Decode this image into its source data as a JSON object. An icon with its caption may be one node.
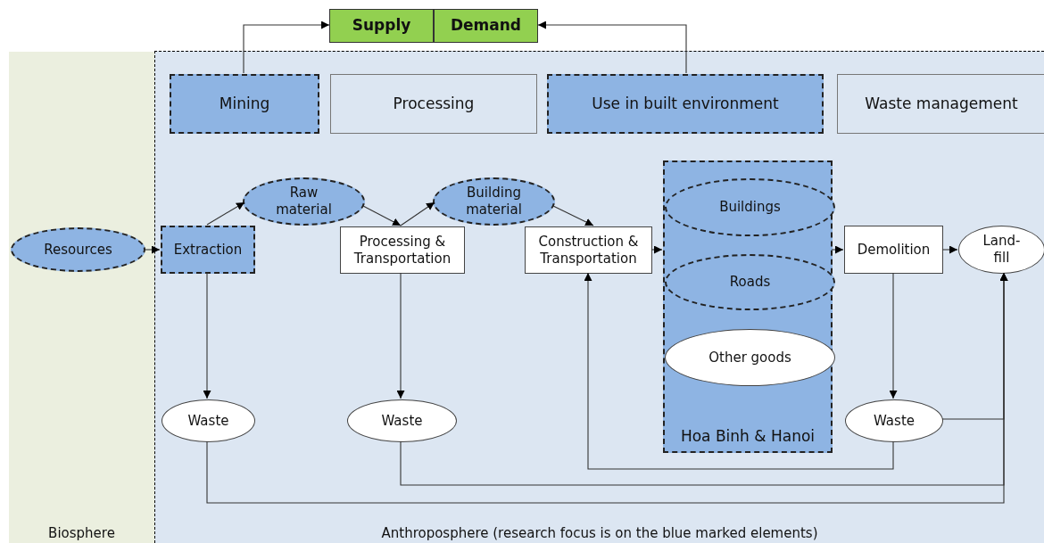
{
  "diagram": {
    "nodes": [
      {
        "text": [
          "Biosphere"
        ]
      },
      {
        "text": [
          "Anthroposphere (research focus is on the blue marked elements)"
        ]
      },
      {
        "text": [
          "Supply"
        ]
      },
      {
        "text": [
          "Demand"
        ]
      },
      {
        "text": [
          "Mining"
        ],
        "in": 1
      },
      {
        "text": [
          "Processing"
        ],
        "in": 1
      },
      {
        "text": [
          "Use in built environment"
        ],
        "in": 1
      },
      {
        "text": [
          "Waste management"
        ],
        "in": 1
      },
      {
        "text": [
          "Resources"
        ],
        "in": 0
      },
      {
        "text": [
          "Extraction"
        ],
        "in": 1
      },
      {
        "text": [
          "Raw material"
        ],
        "in": 1
      },
      {
        "text": [
          "Processing & Transportation"
        ],
        "in": 1
      },
      {
        "text": [
          "Building material"
        ],
        "in": 1
      },
      {
        "text": [
          "Construction & Transportation"
        ],
        "in": 1
      },
      {
        "text": [
          "Hoa Binh & Hanoi"
        ],
        "in": 1
      },
      {
        "text": [
          "Buildings"
        ],
        "in": 14
      },
      {
        "text": [
          "Roads"
        ],
        "in": 14
      },
      {
        "text": [
          "Other goods"
        ],
        "in": 14
      },
      {
        "text": [
          "Demolition"
        ],
        "in": 1
      },
      {
        "text": [
          "Land- fill"
        ],
        "in": 1
      },
      {
        "text": [
          "Waste"
        ],
        "in": 1
      },
      {
        "text": [
          "Waste"
        ],
        "in": 1
      },
      {
        "text": [
          "Waste"
        ],
        "in": 1
      }
    ],
    "edges": [
      {
        "from": 4,
        "to": 2,
        "arrow": "to"
      },
      {
        "from": 6,
        "to": 3,
        "arrow": "to"
      },
      {
        "from": 8,
        "to": 9,
        "arrow": "to"
      },
      {
        "from": 9,
        "to": 10,
        "arrow": "to"
      },
      {
        "from": 10,
        "to": 11,
        "arrow": "to"
      },
      {
        "from": 11,
        "to": 12,
        "arrow": "to"
      },
      {
        "from": 12,
        "to": 13,
        "arrow": "to"
      },
      {
        "from": 13,
        "to": 14,
        "arrow": "to"
      },
      {
        "from": 14,
        "to": 18,
        "arrow": "to"
      },
      {
        "from": 18,
        "to": 19,
        "arrow": "to"
      },
      {
        "from": 9,
        "to": 20,
        "arrow": "to"
      },
      {
        "from": 11,
        "to": 21,
        "arrow": "to"
      },
      {
        "from": 18,
        "to": 22,
        "arrow": "to"
      },
      {
        "from": 22,
        "to": 13,
        "arrow": "to"
      },
      {
        "from": 22,
        "to": 19,
        "arrow": "to"
      },
      {
        "from": 21,
        "to": 19,
        "arrow": "to"
      },
      {
        "from": 20,
        "to": 19,
        "arrow": "to"
      }
    ]
  }
}
